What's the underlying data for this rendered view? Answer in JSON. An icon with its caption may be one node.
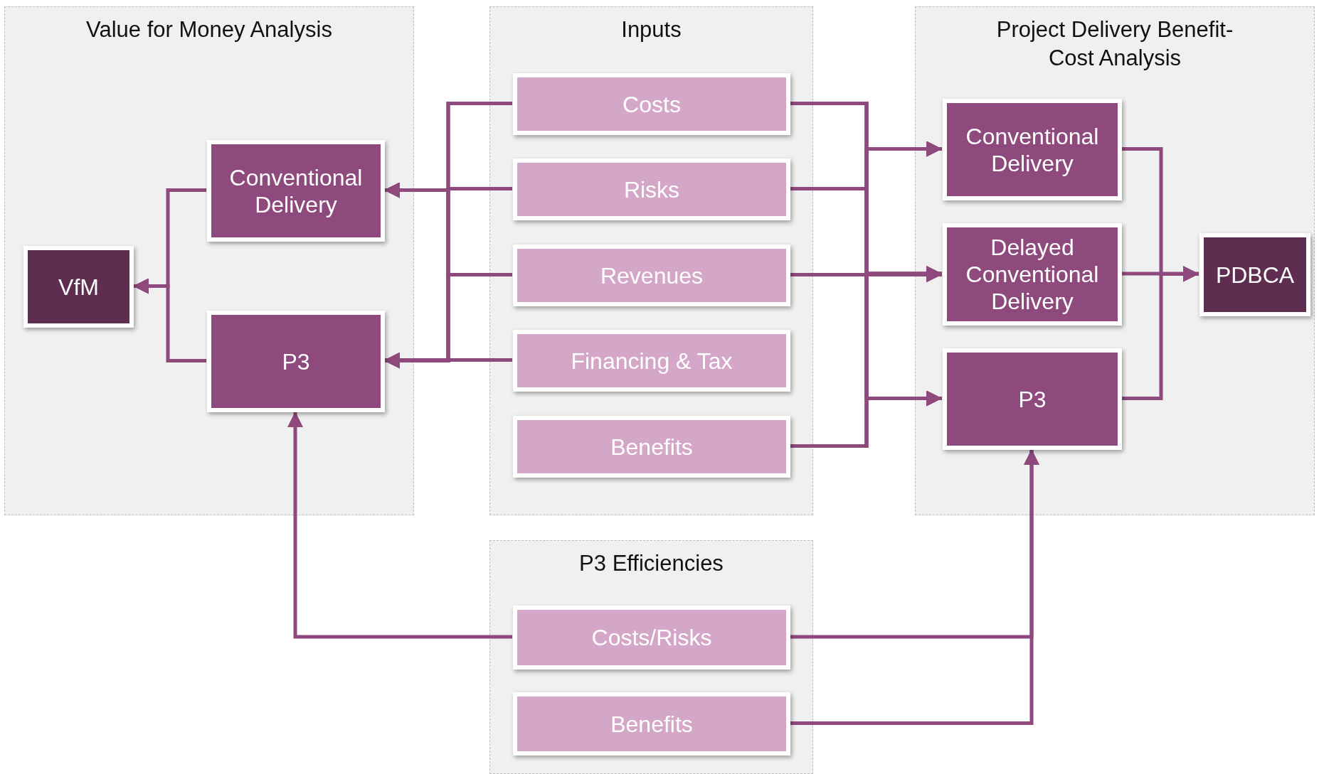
{
  "diagram": {
    "nodes": [
      {
        "text": [
          "Value for Money Analysis"
        ]
      },
      {
        "text": [
          "Conventional Delivery"
        ],
        "in": 0
      },
      {
        "text": [
          "VfM"
        ],
        "in": 0
      },
      {
        "text": [
          "P3"
        ],
        "in": 0
      },
      {
        "text": [
          "Inputs"
        ]
      },
      {
        "text": [
          "Costs"
        ],
        "in": 4
      },
      {
        "text": [
          "Risks"
        ],
        "in": 4
      },
      {
        "text": [
          "Revenues"
        ],
        "in": 4
      },
      {
        "text": [
          "Financing & Tax"
        ],
        "in": 4
      },
      {
        "text": [
          "Benefits"
        ],
        "in": 4
      },
      {
        "text": [
          "Project Delivery Benefit-Cost Analysis"
        ]
      },
      {
        "text": [
          "Conventional Delivery"
        ],
        "in": 10
      },
      {
        "text": [
          "Delayed Conventional Delivery"
        ],
        "in": 10
      },
      {
        "text": [
          "P3"
        ],
        "in": 10
      },
      {
        "text": [
          "PDBCA"
        ],
        "in": 10
      },
      {
        "text": [
          "P3 Efficiencies"
        ]
      },
      {
        "text": [
          "Costs/Risks"
        ],
        "in": 15
      },
      {
        "text": [
          "Benefits"
        ],
        "in": 15
      }
    ],
    "edges": [
      {
        "from": 5,
        "to": 1,
        "arrow": "to"
      },
      {
        "from": 5,
        "to": 3,
        "arrow": "to"
      },
      {
        "from": 6,
        "to": 1,
        "arrow": "to"
      },
      {
        "from": 6,
        "to": 3,
        "arrow": "to"
      },
      {
        "from": 7,
        "to": 1,
        "arrow": "to"
      },
      {
        "from": 7,
        "to": 3,
        "arrow": "to"
      },
      {
        "from": 8,
        "to": 1,
        "arrow": "to"
      },
      {
        "from": 8,
        "to": 3,
        "arrow": "to"
      },
      {
        "from": 1,
        "to": 2,
        "arrow": "to"
      },
      {
        "from": 3,
        "to": 2,
        "arrow": "to"
      },
      {
        "from": 5,
        "to": 11,
        "arrow": "to"
      },
      {
        "from": 5,
        "to": 12,
        "arrow": "to"
      },
      {
        "from": 5,
        "to": 13,
        "arrow": "to"
      },
      {
        "from": 6,
        "to": 11,
        "arrow": "to"
      },
      {
        "from": 6,
        "to": 12,
        "arrow": "to"
      },
      {
        "from": 6,
        "to": 13,
        "arrow": "to"
      },
      {
        "from": 7,
        "to": 11,
        "arrow": "to"
      },
      {
        "from": 7,
        "to": 12,
        "arrow": "to"
      },
      {
        "from": 7,
        "to": 13,
        "arrow": "to"
      },
      {
        "from": 9,
        "to": 11,
        "arrow": "to"
      },
      {
        "from": 9,
        "to": 12,
        "arrow": "to"
      },
      {
        "from": 9,
        "to": 13,
        "arrow": "to"
      },
      {
        "from": 11,
        "to": 14,
        "arrow": "to"
      },
      {
        "from": 12,
        "to": 14,
        "arrow": "to"
      },
      {
        "from": 13,
        "to": 14,
        "arrow": "to"
      },
      {
        "from": 16,
        "to": 3,
        "arrow": "to"
      },
      {
        "from": 16,
        "to": 13,
        "arrow": "to"
      },
      {
        "from": 17,
        "to": 13,
        "arrow": "to"
      }
    ]
  }
}
